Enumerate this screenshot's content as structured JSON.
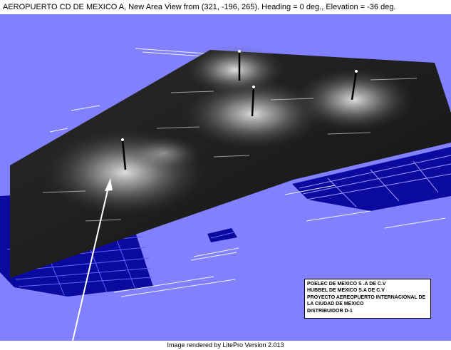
{
  "header": {
    "title_text": "AEROPUERTO CD DE MEXICO A, New Area   View from (321, -196, 265). Heading = 0 deg., Elevation = -36 deg."
  },
  "viewport": {
    "background_color": "#8181ff",
    "surface_dark_color": "#1a1a1a",
    "ground_overlay_color": "#0a0a9e"
  },
  "legend": {
    "lines": [
      "POELEC DE MEXICO S .A DE C.V",
      "HUBBEL DE MEXICO S.A DE C.V",
      "PROYECTO AEREOPUERTO INTERNACIONAL DE",
      "LA CIUDAD DE MEXICO",
      "DISTRIBUIDOR D-1"
    ]
  },
  "footer": {
    "text": "Image rendered by LitePro Version 2.013"
  },
  "poles": [
    {
      "id": "pole-1"
    },
    {
      "id": "pole-2"
    },
    {
      "id": "pole-3"
    },
    {
      "id": "pole-4"
    },
    {
      "id": "pole-5"
    }
  ]
}
